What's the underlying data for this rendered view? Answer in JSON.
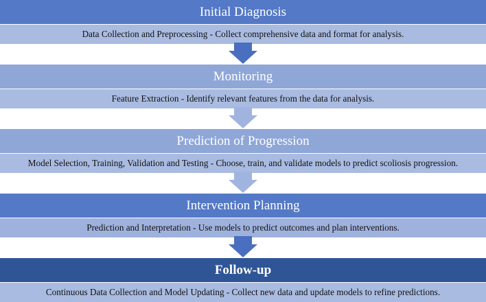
{
  "colors": {
    "header_standard": "#5479c6",
    "header_light": "#8fa7d7",
    "header_dark": "#2f5597",
    "desc_light": "#a9bbe1",
    "desc_medium": "#9fb2dd",
    "arrow_dark": "#4a6fc0",
    "arrow_light": "#a0b4df"
  },
  "stages": [
    {
      "title": "Initial Diagnosis",
      "description": "Data Collection and Preprocessing - Collect comprehensive data and format for analysis."
    },
    {
      "title": "Monitoring",
      "description": "Feature Extraction - Identify relevant features from the data for analysis."
    },
    {
      "title": "Prediction of Progression",
      "description": "Model Selection, Training, Validation and Testing - Choose, train, and validate models to predict scoliosis progression."
    },
    {
      "title": "Intervention Planning",
      "description": "Prediction and Interpretation - Use models to predict outcomes and plan interventions."
    },
    {
      "title": "Follow-up",
      "description": "Continuous Data Collection and Model Updating - Collect new data and update models to refine predictions."
    }
  ]
}
